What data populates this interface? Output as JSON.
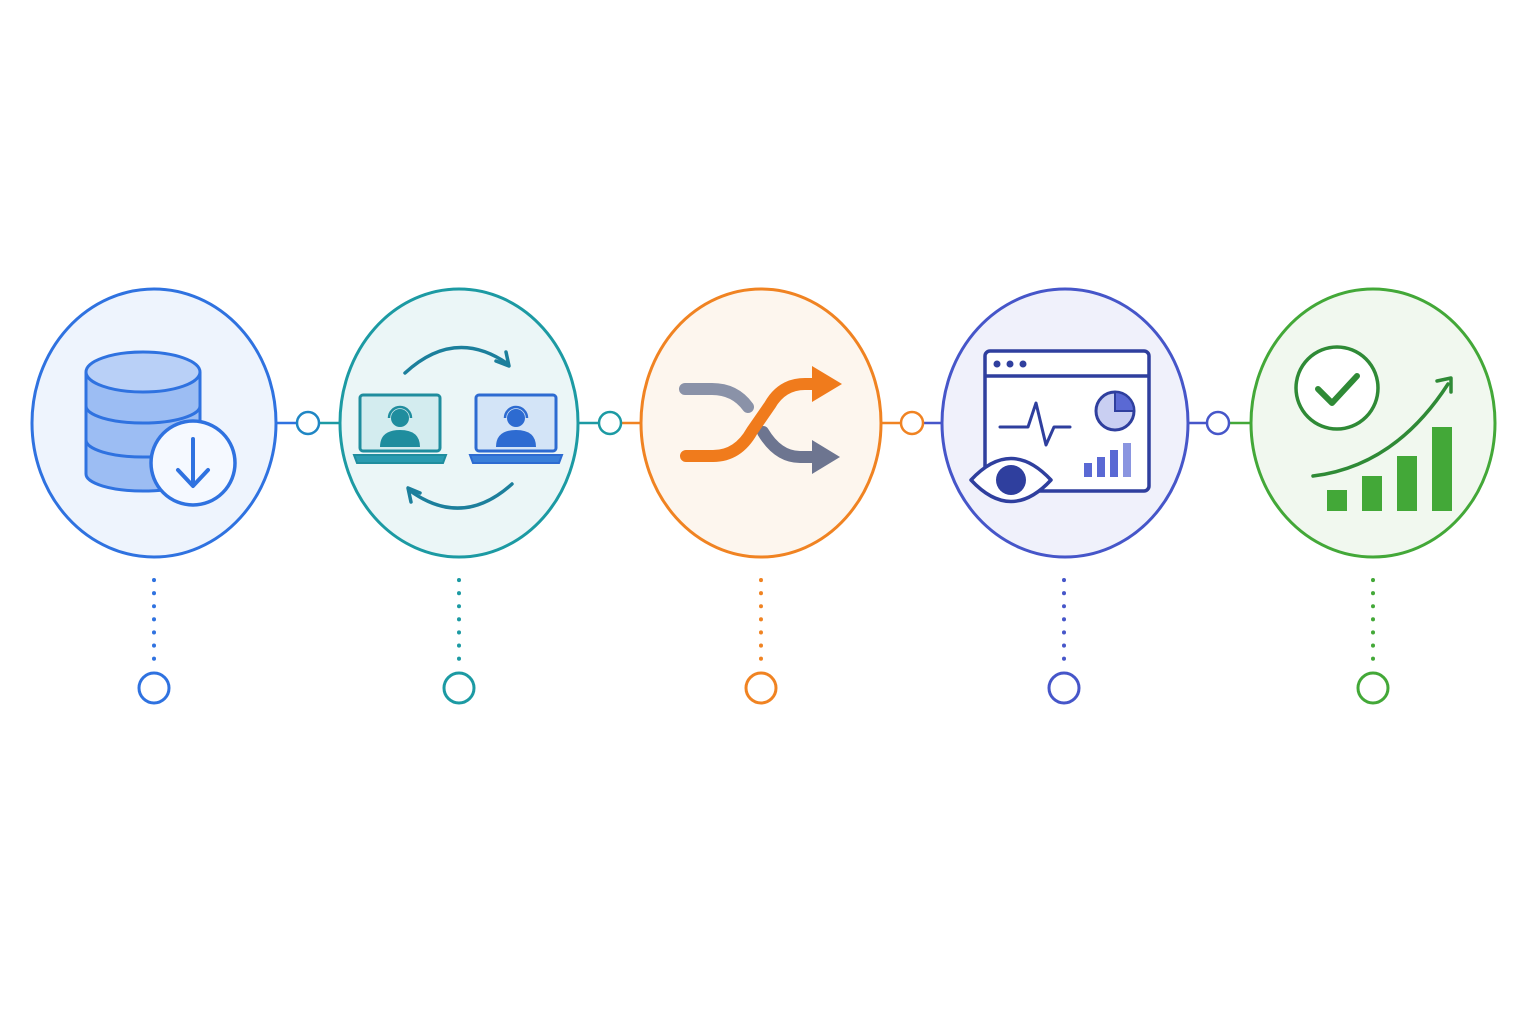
{
  "steps": [
    {
      "id": "data-ingestion",
      "icon": "database-download-icon",
      "color": "#2f72e0",
      "fill": "#eef4fd"
    },
    {
      "id": "support-handoff",
      "icon": "agents-sync-icon",
      "color": "#1c9aa3",
      "fill": "#ebf6f7"
    },
    {
      "id": "routing",
      "icon": "shuffle-arrows-icon",
      "color": "#f08322",
      "fill": "#fdf6ee"
    },
    {
      "id": "monitoring",
      "icon": "monitoring-dashboard-icon",
      "color": "#4656c9",
      "fill": "#f0f1fb"
    },
    {
      "id": "success-growth",
      "icon": "check-growth-chart-icon",
      "color": "#43a838",
      "fill": "#f1f8ef"
    }
  ],
  "connectors": [
    {
      "from": "data-ingestion",
      "to": "support-handoff",
      "colors": [
        "#2f72e0",
        "#1c9aa3"
      ]
    },
    {
      "from": "support-handoff",
      "to": "routing",
      "colors": [
        "#1c9aa3",
        "#f08322"
      ]
    },
    {
      "from": "routing",
      "to": "monitoring",
      "colors": [
        "#f08322",
        "#4656c9"
      ]
    },
    {
      "from": "monitoring",
      "to": "success-growth",
      "colors": [
        "#4656c9",
        "#43a838"
      ]
    }
  ]
}
